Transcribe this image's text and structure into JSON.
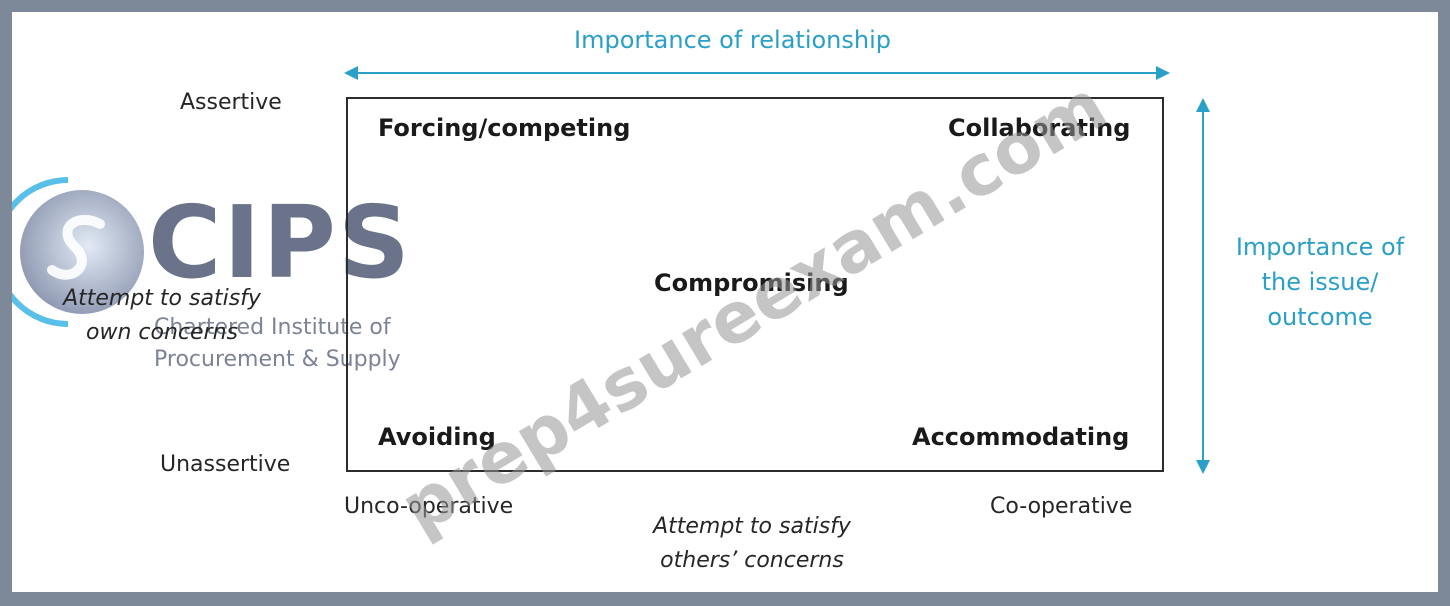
{
  "diagram": {
    "top_axis_title": "Importance of relationship",
    "right_axis_title": [
      "Importance of",
      "the issue/",
      "outcome"
    ],
    "left_top_label": "Assertive",
    "left_bottom_label": "Unassertive",
    "left_axis_title": [
      "Attempt to satisfy",
      "own concerns"
    ],
    "bottom_left_label": "Unco-operative",
    "bottom_right_label": "Co-operative",
    "bottom_axis_title": [
      "Attempt to satisfy",
      "others’ concerns"
    ],
    "quadrants": {
      "top_left": "Forcing/competing",
      "top_right": "Collaborating",
      "center": "Compromising",
      "bottom_left": "Avoiding",
      "bottom_right": "Accommodating"
    },
    "colors": {
      "accent": "#2a9fc8",
      "frame": "#7d8998",
      "box": "#2c2c2c"
    }
  },
  "logo": {
    "word": "CIPS",
    "subtitle": [
      "Chartered Institute of",
      "Procurement & Supply"
    ]
  },
  "watermark": {
    "text": "prep4sureexam.com"
  }
}
